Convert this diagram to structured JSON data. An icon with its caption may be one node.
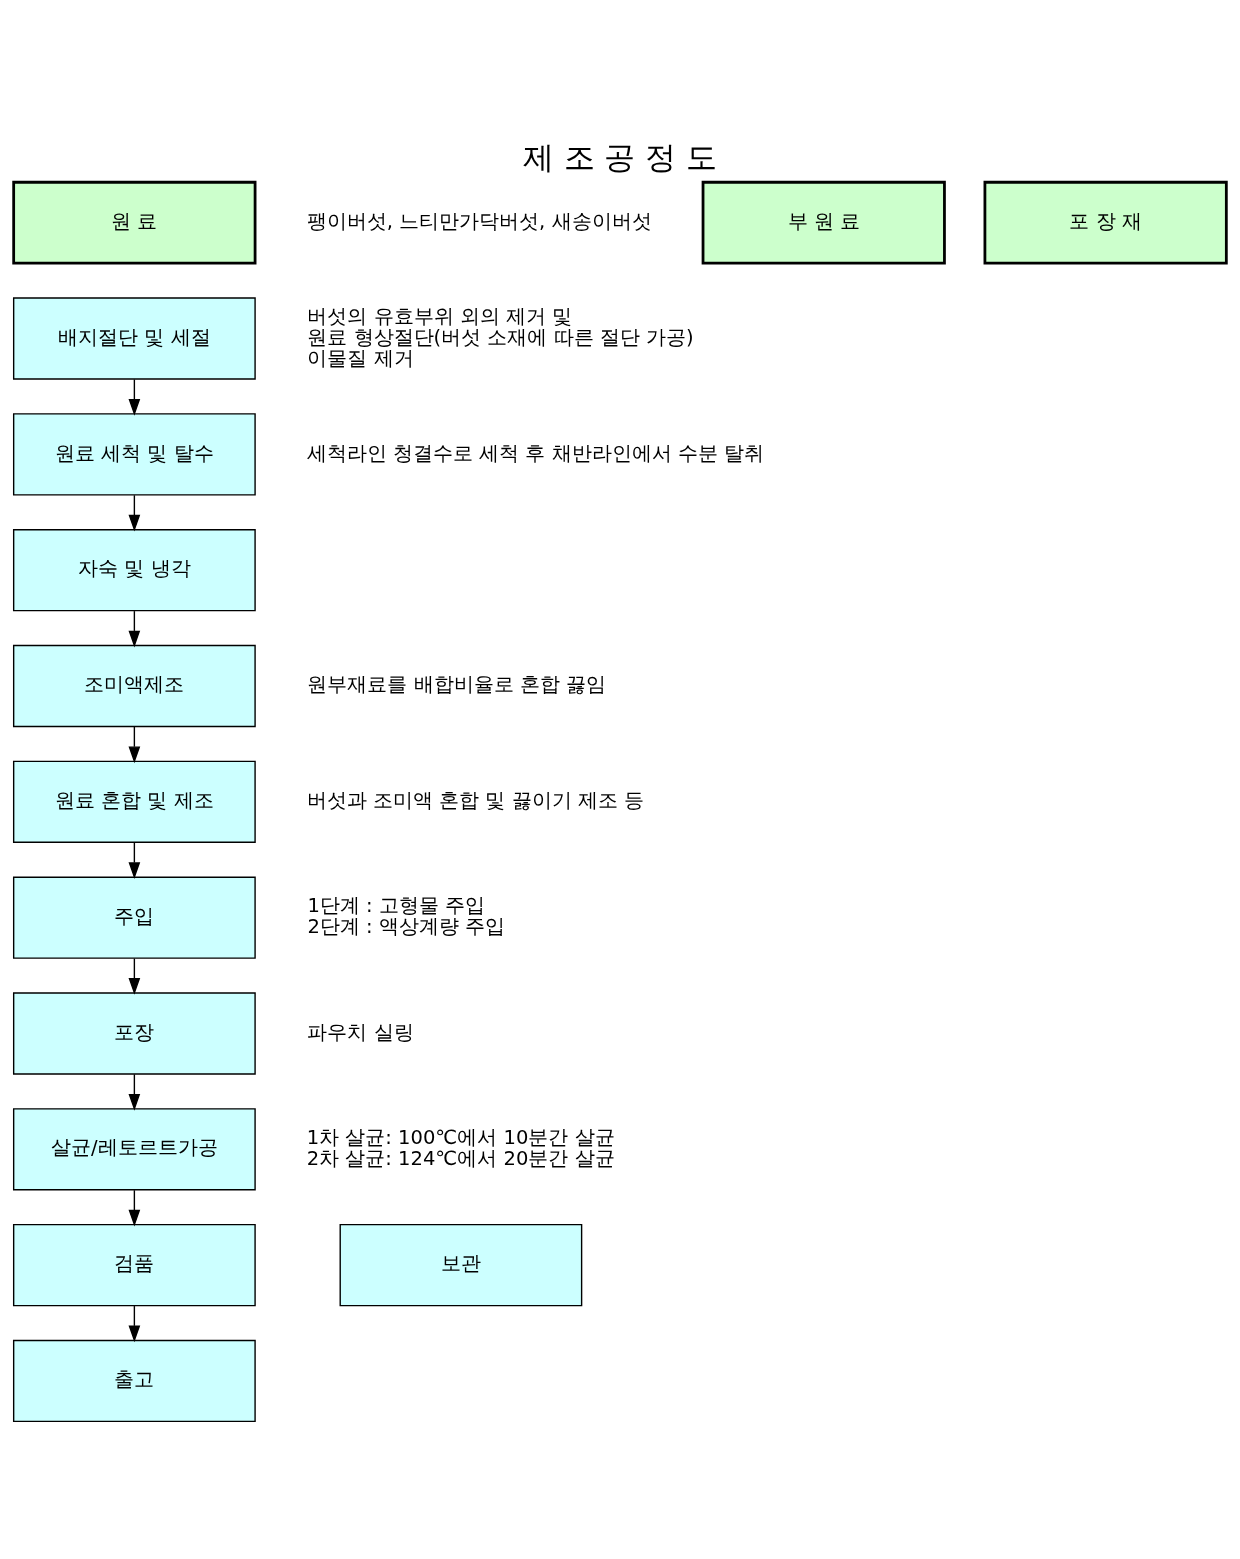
{
  "diagram": {
    "title": "제 조 공 정 도",
    "nodes": [
      {
        "text": [
          "원 료"
        ],
        "beside": [
          "팽이버섯, 느티만가닥버섯, 새송이버섯"
        ]
      },
      {
        "text": [
          "부 원 료"
        ]
      },
      {
        "text": [
          "포 장 재"
        ]
      },
      {
        "text": [
          "배지절단 및 세절"
        ],
        "beside": [
          "버섯의 유효부위 외의 제거 및",
          "원료 형상절단(버섯 소재에 따른 절단 가공)",
          "이물질 제거"
        ]
      },
      {
        "text": [
          "원료 세척 및 탈수"
        ],
        "beside": [
          "세척라인 청결수로 세척 후 채반라인에서 수분 탈취"
        ]
      },
      {
        "text": [
          "자숙 및 냉각"
        ]
      },
      {
        "text": [
          "조미액제조"
        ],
        "beside": [
          "원부재료를 배합비율로 혼합 끓임"
        ]
      },
      {
        "text": [
          "원료 혼합 및 제조"
        ],
        "beside": [
          "버섯과 조미액 혼합 및 끓이기 제조 등"
        ]
      },
      {
        "text": [
          "주입"
        ],
        "beside": [
          "1단계 : 고형물 주입",
          "2단계 : 액상계량 주입"
        ]
      },
      {
        "text": [
          "포장"
        ],
        "beside": [
          "파우치 실링"
        ]
      },
      {
        "text": [
          "살균/레토르트가공"
        ],
        "beside": [
          "1차 살균: 100℃에서 10분간 살균",
          "2차 살균: 124℃에서 20분간 살균"
        ]
      },
      {
        "text": [
          "검품"
        ]
      },
      {
        "text": [
          "보관"
        ]
      },
      {
        "text": [
          "출고"
        ]
      }
    ],
    "edges": [
      {
        "from": 3,
        "to": 4,
        "arrow": "to"
      },
      {
        "from": 4,
        "to": 5,
        "arrow": "to"
      },
      {
        "from": 5,
        "to": 6,
        "arrow": "to"
      },
      {
        "from": 6,
        "to": 7,
        "arrow": "to"
      },
      {
        "from": 7,
        "to": 8,
        "arrow": "to"
      },
      {
        "from": 8,
        "to": 9,
        "arrow": "to"
      },
      {
        "from": 9,
        "to": 10,
        "arrow": "to"
      },
      {
        "from": 10,
        "to": 11,
        "arrow": "to"
      },
      {
        "from": 11,
        "to": 13,
        "arrow": "to"
      }
    ]
  }
}
